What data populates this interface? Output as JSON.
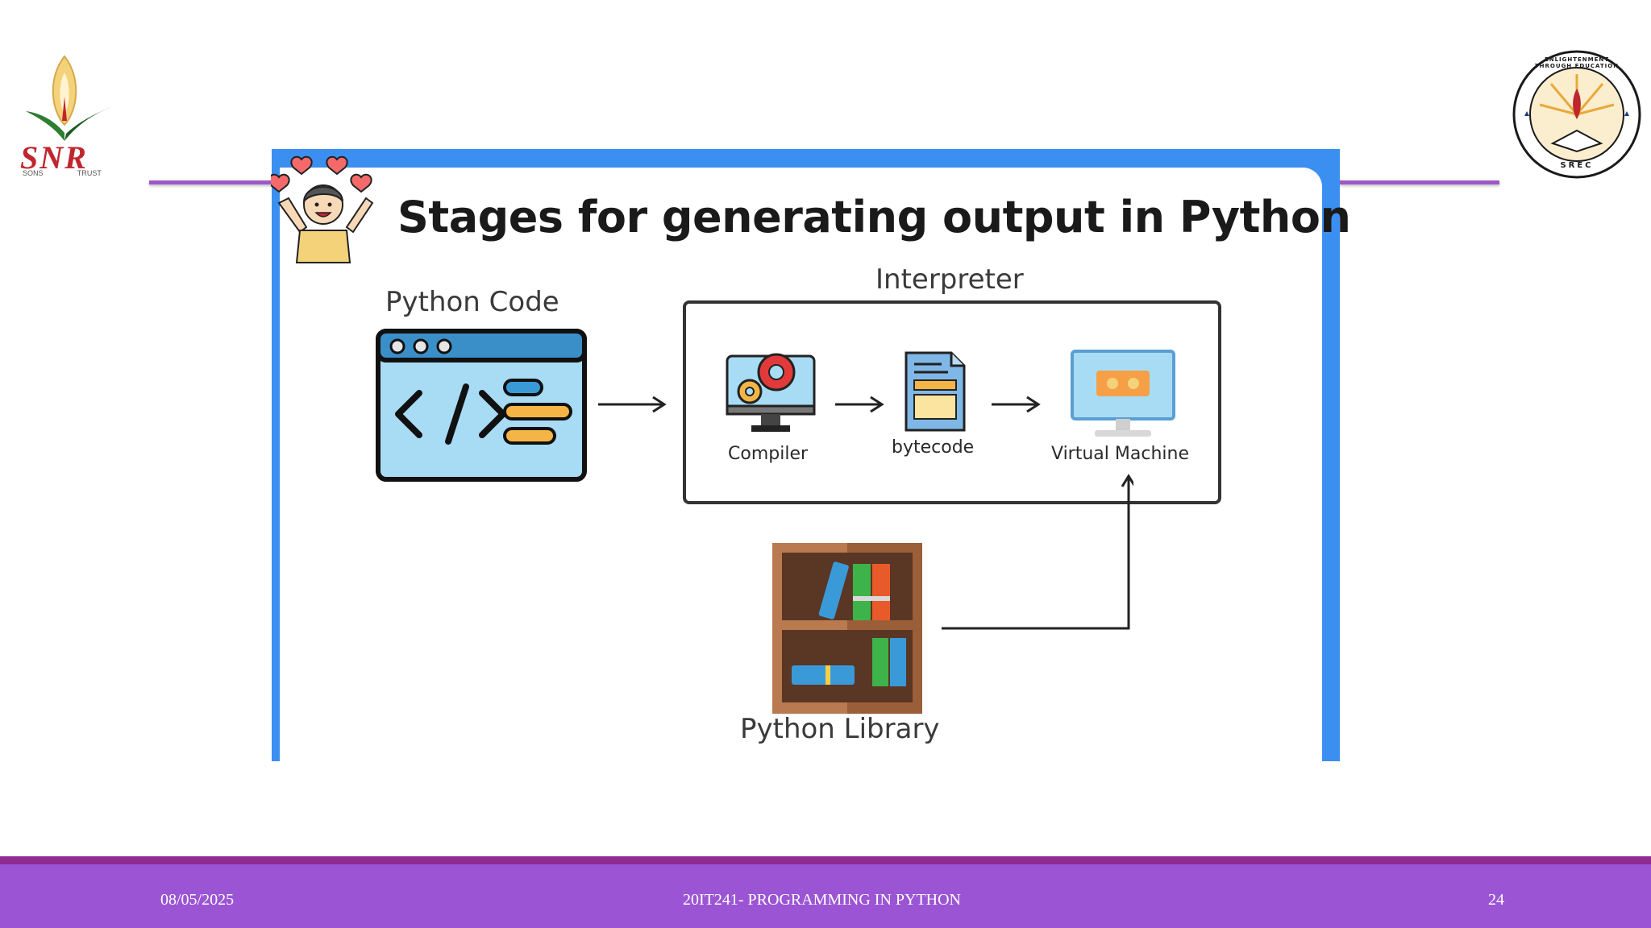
{
  "slide": {
    "title": "Stages for generating output in Python"
  },
  "diagram": {
    "python_code_label": "Python Code",
    "interpreter_label": "Interpreter",
    "compiler_label": "Compiler",
    "bytecode_label": "bytecode",
    "virtual_machine_label": "Virtual Machine",
    "python_library_label": "Python Library"
  },
  "logos": {
    "left_text": "SNR",
    "left_subtext": "SONS TRUST",
    "right_ring_text": "ENLIGHTENMENT THROUGH EDUCATION",
    "right_bottom_text": "SREC"
  },
  "footer": {
    "date": "08/05/2025",
    "course": "20IT241- PROGRAMMING IN PYTHON",
    "page": "24"
  },
  "colors": {
    "accent_purple": "#9b55d4",
    "footer_stripe": "#8e2c8f",
    "card_blue": "#3b8ff0"
  }
}
